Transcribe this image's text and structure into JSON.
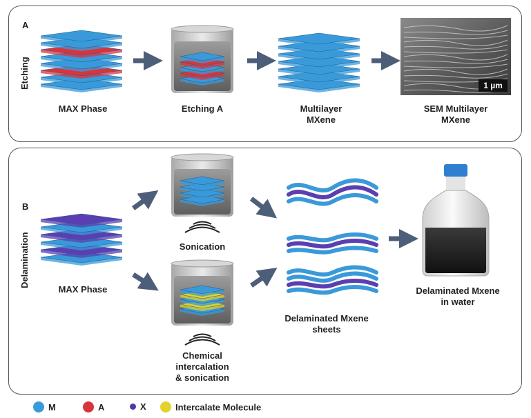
{
  "panel_a": {
    "letter": "A",
    "side_label": "Etching",
    "captions": {
      "max_phase": "MAX Phase",
      "etching": "Etching A",
      "multilayer": "Multilayer\nMXene",
      "sem": "SEM Multilayer\nMXene"
    },
    "scale_bar": "1 µm"
  },
  "panel_b": {
    "letter": "B",
    "side_label": "Delamination",
    "captions": {
      "max_phase": "MAX Phase",
      "sonication": "Sonication",
      "chemical": "Chemical\nintercalation\n& sonication",
      "sheets": "Delaminated Mxene\nsheets",
      "water": "Delaminated Mxene\nin water"
    }
  },
  "legend": [
    {
      "label": "M",
      "color": "#3a9ad9"
    },
    {
      "label": "A",
      "color": "#d9343b"
    },
    {
      "label": "X",
      "color": "#4a3aa8"
    },
    {
      "label": "Intercalate Molecule",
      "color": "#e3d22a"
    }
  ],
  "colors": {
    "m_layer": "#3a9ad9",
    "a_layer": "#d9343b",
    "x_layer": "#5b3fb0",
    "intercalant": "#e3d22a",
    "arrow": "#4d5e78"
  }
}
